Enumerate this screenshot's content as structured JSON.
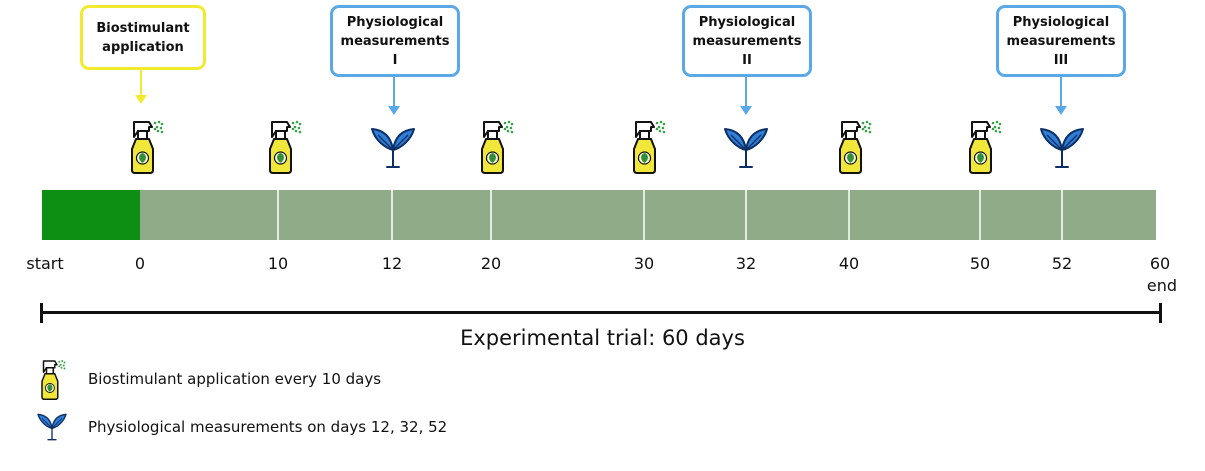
{
  "callouts": {
    "bio": {
      "line1": "Biostimulant",
      "line2": "application"
    },
    "m1": {
      "line1": "Physiological",
      "line2": "measurements",
      "line3": "I"
    },
    "m2": {
      "line1": "Physiological",
      "line2": "measurements",
      "line3": "II"
    },
    "m3": {
      "line1": "Physiological",
      "line2": "measurements",
      "line3": "III"
    }
  },
  "timeline": {
    "start_label": "start",
    "end_label": "end",
    "ticks": [
      "0",
      "10",
      "12",
      "20",
      "30",
      "32",
      "40",
      "50",
      "52",
      "60"
    ],
    "application_days": [
      0,
      10,
      20,
      30,
      40,
      50
    ],
    "measurement_days": [
      12,
      32,
      52
    ]
  },
  "caption": "Experimental trial: 60 days",
  "legend": {
    "spray_text": "Biostimulant application every 10 days",
    "leaf_text": "Physiological measurements on days 12, 32, 52"
  },
  "colors": {
    "bar": "#8fab88",
    "bar_start": "#0c8f12",
    "callout_yellow": "#f2ea2e",
    "callout_blue": "#5aa9e6",
    "leaf_blue": "#2f7fd6"
  },
  "icons": {
    "spray": "spray-bottle-icon",
    "leaf": "leaf-sprout-icon"
  }
}
